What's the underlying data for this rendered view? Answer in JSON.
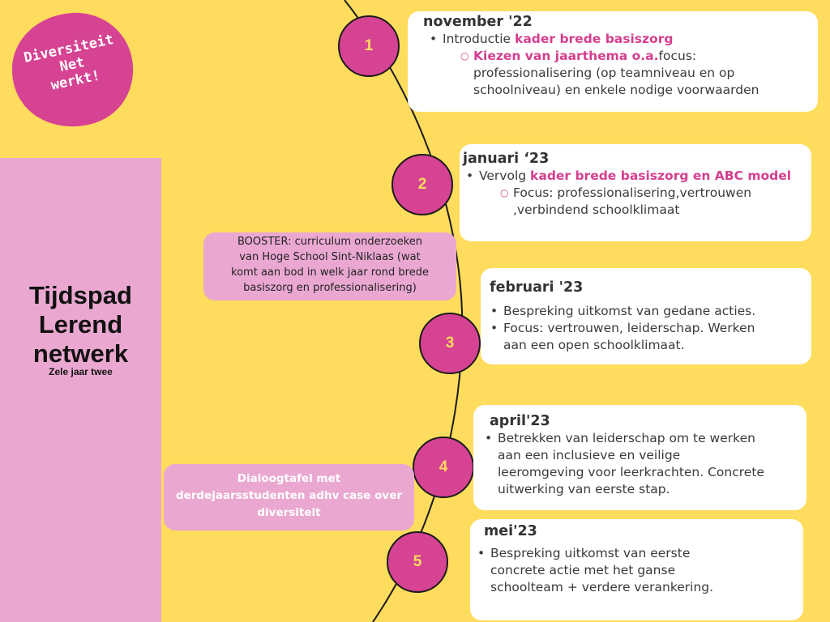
{
  "logo": {
    "line1": "Diversiteit",
    "line2": "Net",
    "line3": "werkt!"
  },
  "sidebar": {
    "title_l1": "Tijdspad",
    "title_l2": "Lerend",
    "title_l3": "netwerk",
    "subtitle": "Zele jaar twee"
  },
  "nodes": [
    "1",
    "2",
    "3",
    "4",
    "5"
  ],
  "cards": {
    "c1": {
      "head": "november '22",
      "b1_pre": "Introductie ",
      "b1_hl": "kader brede basiszorg",
      "s1_hl": "Kiezen van jaarthema o.a.",
      "s1_l1": "focus:",
      "s1_l2": "professionalisering (op teamniveau en op",
      "s1_l3": "schoolniveau) en enkele nodige voorwaarden"
    },
    "c2": {
      "head": "januari ‘23",
      "b1_pre": "Vervolg ",
      "b1_hl": "kader brede basiszorg en ABC model",
      "s1_l1": "Focus: professionalisering,vertrouwen",
      "s1_l2": ",verbindend schoolklimaat"
    },
    "c3": {
      "head": "februari '23",
      "b1": "Bespreking uitkomst van gedane acties.",
      "b2_l1": "Focus: vertrouwen, leiderschap. Werken",
      "b2_l2": "aan een open schoolklimaat."
    },
    "c4": {
      "head": "april'23",
      "l1": " Betrekken van leiderschap om te werken",
      "l2": "aan een  inclusieve en veilige",
      "l3": "leeromgeving voor leerkrachten.  Concrete",
      "l4": "uitwerking van eerste stap."
    },
    "c5": {
      "head": "mei'23",
      "l1": "Bespreking uitkomst van eerste",
      "l2": "concrete actie met het ganse",
      "l3": "schoolteam + verdere verankering."
    }
  },
  "notes": {
    "booster_l1": "BOOSTER: curriculum onderzoeken",
    "booster_l2": "van Hoge School Sint-Niklaas (wat",
    "booster_l3": "komt aan bod in welk jaar rond brede",
    "booster_l4": "basiszorg en professionalisering)",
    "dialoog_l1": "Dialoogtafel met",
    "dialoog_l2": "derdejaarsstudenten adhv case over",
    "dialoog_l3": "diversiteit"
  },
  "colors": {
    "background": "#fedc5d",
    "pink": "#d64393",
    "light_pink": "#eaa8d1",
    "card": "#ffffff"
  }
}
